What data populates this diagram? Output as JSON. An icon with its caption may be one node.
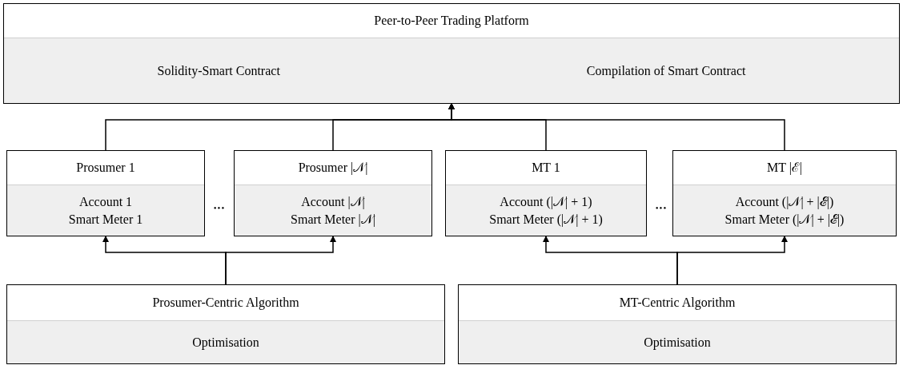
{
  "diagram": {
    "nodes": [
      {
        "text": [
          "Peer-to-Peer Trading Platform",
          "Solidity-Smart Contract",
          "Compilation of Smart Contract"
        ]
      },
      {
        "text": [
          "Prosumer 1",
          "Account 1",
          "Smart Meter 1"
        ]
      },
      {
        "text": [
          "Prosumer |𝒩|",
          "Account |𝒩|",
          "Smart Meter |𝒩|"
        ]
      },
      {
        "text": [
          "MT 1",
          "Account (|𝒩| + 1)",
          "Smart Meter (|𝒩| + 1)"
        ]
      },
      {
        "text": [
          "MT |ℰ|",
          "Account (|𝒩| + |ℰ|)",
          "Smart Meter (|𝒩| + |ℰ|)"
        ]
      },
      {
        "text": [
          "Prosumer-Centric Algorithm",
          "Optimisation"
        ]
      },
      {
        "text": [
          "MT-Centric Algorithm",
          "Optimisation"
        ]
      }
    ],
    "edges": [
      {
        "from": 1,
        "to": 0,
        "arrow": "to"
      },
      {
        "from": 2,
        "to": 0,
        "arrow": "to"
      },
      {
        "from": 3,
        "to": 0,
        "arrow": "to"
      },
      {
        "from": 4,
        "to": 0,
        "arrow": "to"
      },
      {
        "from": 5,
        "to": 1,
        "arrow": "to"
      },
      {
        "from": 5,
        "to": 2,
        "arrow": "to"
      },
      {
        "from": 6,
        "to": 3,
        "arrow": "to"
      },
      {
        "from": 6,
        "to": 4,
        "arrow": "to"
      }
    ],
    "labels": [
      "•••",
      "•••"
    ]
  }
}
